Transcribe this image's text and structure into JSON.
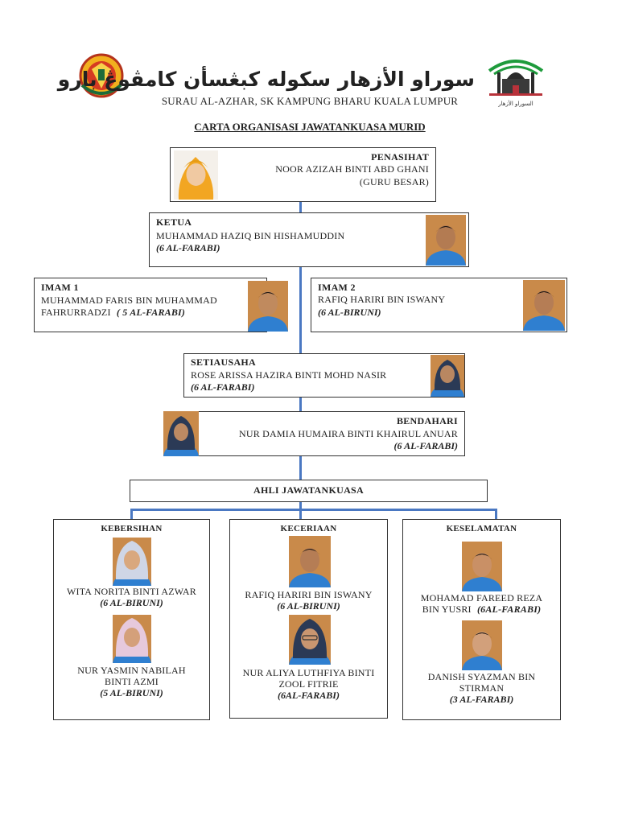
{
  "header": {
    "jawi_title": "سوراو الأزهار سكوله كبڠسأن كامڤوڠ بارو",
    "subtitle": "SURAU AL-AZHAR, SK KAMPUNG BHARU KUALA LUMPUR",
    "chart_title": "CARTA ORGANISASI JAWATANKUASA MURID",
    "left_logo_icon": "school-crest-icon",
    "right_logo_icon": "mosque-logo-icon",
    "right_logo_text": "السوراو الأزهار"
  },
  "penasihat": {
    "role": "PENASIHAT",
    "name": "NOOR AZIZAH BINTI ABD GHANI",
    "note": "(GURU BESAR)"
  },
  "ketua": {
    "role": "KETUA",
    "name": "MUHAMMAD HAZIQ BIN HISHAMUDDIN",
    "class": "(6 AL-FARABI)"
  },
  "imam1": {
    "role": "IMAM 1",
    "name_line1": "MUHAMMAD FARIS BIN MUHAMMAD",
    "name_line2": "FAHRURRADZI",
    "class": "( 5 AL-FARABI)"
  },
  "imam2": {
    "role": "IMAM 2",
    "name": "RAFIQ HARIRI BIN ISWANY",
    "class": "(6 AL-BIRUNI)"
  },
  "setiausaha": {
    "role": "SETIAUSAHA",
    "name": "ROSE ARISSA HAZIRA BINTI MOHD NASIR",
    "class": "(6 AL-FARABI)"
  },
  "bendahari": {
    "role": "BENDAHARI",
    "name": "NUR DAMIA HUMAIRA BINTI KHAIRUL ANUAR",
    "class": "(6 AL-FARABI)"
  },
  "ajk": {
    "label": "AHLI JAWATANKUASA"
  },
  "kebersihan": {
    "title": "KEBERSIHAN",
    "members": [
      {
        "line1": "WITA NORITA BINTI AZWAR",
        "line2": "",
        "class": "(6 AL-BIRUNI)"
      },
      {
        "line1": "NUR YASMIN NABILAH",
        "line2": "BINTI AZMI",
        "class": "(5 AL-BIRUNI)"
      }
    ]
  },
  "keceriaan": {
    "title": "KECERIAAN",
    "members": [
      {
        "line1": "RAFIQ HARIRI BIN ISWANY",
        "line2": "",
        "class": "(6 AL-BIRUNI)"
      },
      {
        "line1": "NUR ALIYA LUTHFIYA BINTI",
        "line2": "ZOOL FITRIE",
        "class": "(6AL-FARABI)"
      }
    ]
  },
  "keselamatan": {
    "title": "KESELAMATAN",
    "members": [
      {
        "line1": "MOHAMAD FAREED REZA",
        "line2": "BIN YUSRI",
        "class": "(6AL-FARABI)"
      },
      {
        "line1": "DANISH SYAZMAN BIN",
        "line2": "STIRMAN",
        "class": "(3 AL-FARABI)"
      }
    ]
  },
  "colors": {
    "connector": "#4a78c2",
    "uniform": "#2f7fd0",
    "photo_bg": "#c98a4a"
  }
}
